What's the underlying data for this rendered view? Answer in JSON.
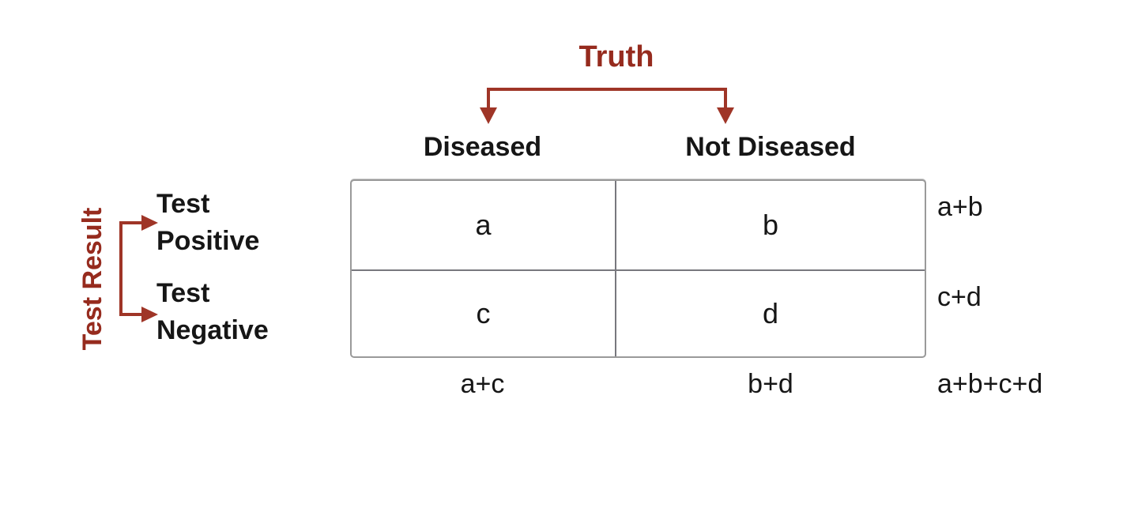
{
  "colors": {
    "accent-red": "#962B1E",
    "arrow-red": "#9F3527",
    "ink": "#161616",
    "border-outer": "#9A9A9A",
    "border-inner": "#78787E",
    "bg": "#FFFFFF"
  },
  "truth": {
    "title": "Truth",
    "columns": [
      "Diseased",
      "Not Diseased"
    ]
  },
  "test_result": {
    "title": "Test Result",
    "rows": [
      {
        "lines": [
          "Test",
          "Positive"
        ]
      },
      {
        "lines": [
          "Test",
          "Negative"
        ]
      }
    ]
  },
  "matrix": {
    "cells": [
      [
        "a",
        "b"
      ],
      [
        "c",
        "d"
      ]
    ],
    "row_totals": [
      "a+b",
      "c+d"
    ],
    "col_totals": [
      "a+c",
      "b+d"
    ],
    "grand_total": "a+b+c+d"
  }
}
